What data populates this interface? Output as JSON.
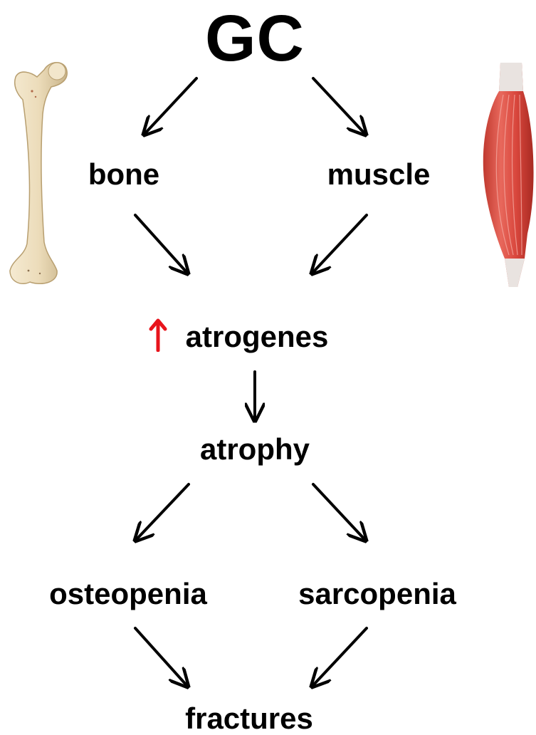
{
  "nodes": {
    "gc": "GC",
    "bone": "bone",
    "muscle": "muscle",
    "atrogenes": "atrogenes",
    "atrophy": "atrophy",
    "osteopenia": "osteopenia",
    "sarcopenia": "sarcopenia",
    "fractures": "fractures"
  },
  "edges": [
    [
      "gc",
      "bone"
    ],
    [
      "gc",
      "muscle"
    ],
    [
      "bone",
      "atrogenes"
    ],
    [
      "muscle",
      "atrogenes"
    ],
    [
      "atrogenes",
      "atrophy"
    ],
    [
      "atrophy",
      "osteopenia"
    ],
    [
      "atrophy",
      "sarcopenia"
    ],
    [
      "osteopenia",
      "fractures"
    ],
    [
      "sarcopenia",
      "fractures"
    ]
  ],
  "indicator": {
    "direction": "up",
    "color": "#e8141c",
    "target": "atrogenes"
  },
  "illustrations": {
    "left": "femur-bone",
    "right": "skeletal-muscle"
  },
  "colors": {
    "text": "#000000",
    "bone": "#ecdcba",
    "muscle": "#d9473d"
  }
}
